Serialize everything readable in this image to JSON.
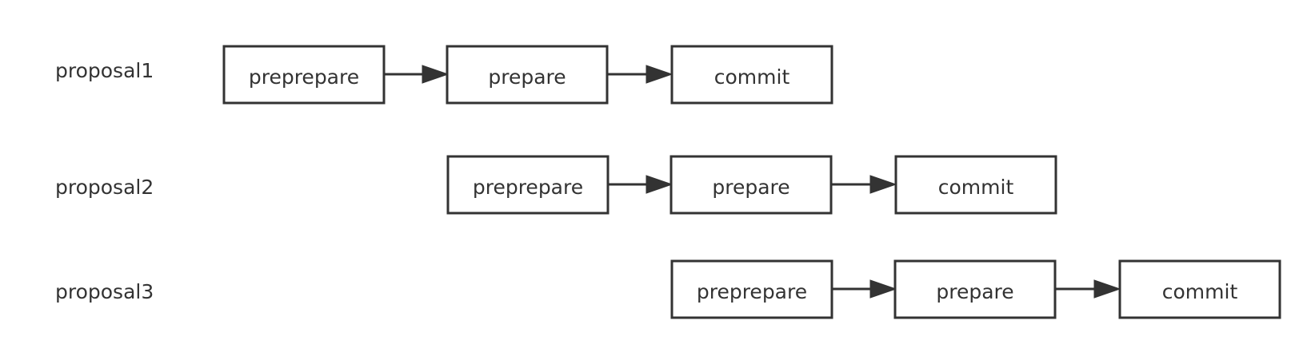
{
  "diagram": {
    "colors": {
      "stroke": "#333333",
      "text": "#333333",
      "fill": "#ffffff",
      "background": "#ffffff"
    },
    "rows": [
      {
        "label": "proposal1",
        "stages": [
          "preprepare",
          "prepare",
          "commit"
        ],
        "offset": 0
      },
      {
        "label": "proposal2",
        "stages": [
          "preprepare",
          "prepare",
          "commit"
        ],
        "offset": 1
      },
      {
        "label": "proposal3",
        "stages": [
          "preprepare",
          "prepare",
          "commit"
        ],
        "offset": 2
      }
    ]
  }
}
